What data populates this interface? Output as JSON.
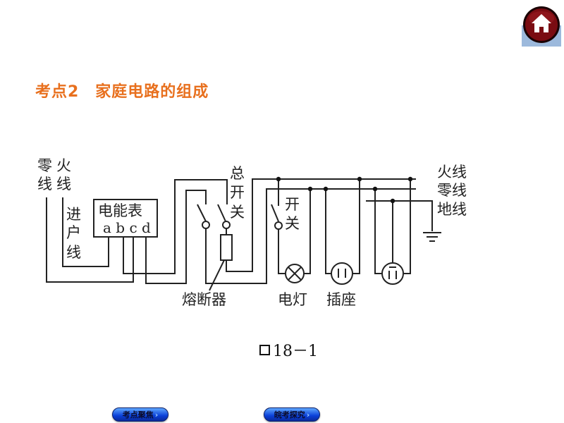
{
  "header": {
    "home_icon": "home-icon",
    "home_color": "#7a0c12",
    "title": "考点2　家庭电路的组成",
    "title_color": "#e8701e"
  },
  "diagram": {
    "labels": {
      "neutral_in": [
        "零",
        "线"
      ],
      "live_in": [
        "火",
        "线"
      ],
      "service_line": [
        "进",
        "户",
        "线"
      ],
      "meter": "电能表",
      "meter_terminals": "a b c d",
      "main_switch": [
        "总",
        "开",
        "关"
      ],
      "switch": [
        "开",
        "关"
      ],
      "fuse": "熔断器",
      "lamp": "电灯",
      "socket": "插座",
      "live_wire": "火线",
      "neutral_wire": "零线",
      "earth_wire": "地线"
    }
  },
  "caption": {
    "text": "18－1"
  },
  "footer": {
    "buttons": [
      {
        "label": "考点聚焦",
        "icon": "chevron-right-icon"
      },
      {
        "label": "皖考探究",
        "icon": "chevron-right-icon"
      }
    ]
  }
}
